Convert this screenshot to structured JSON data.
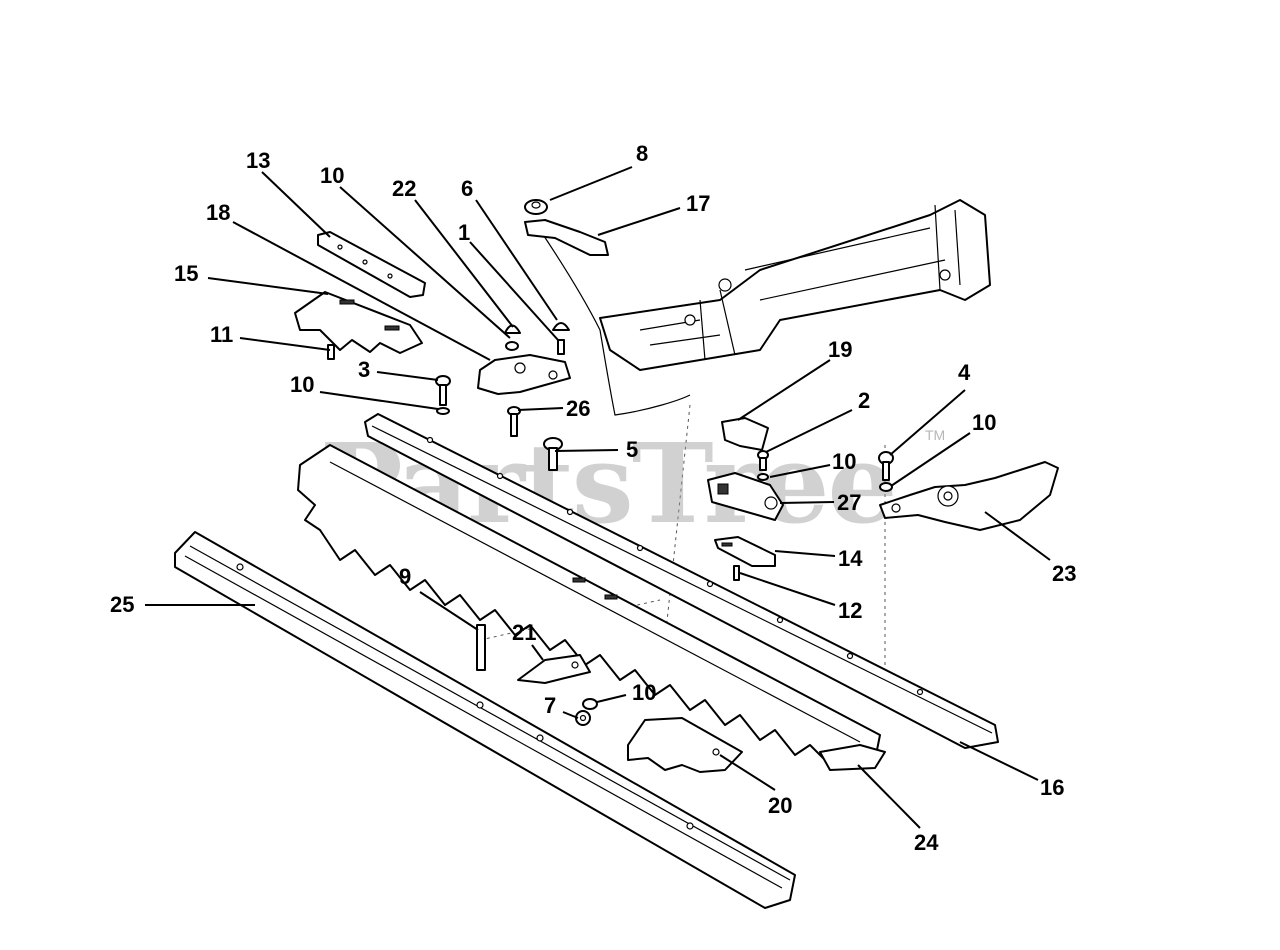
{
  "watermark": {
    "text": "PartsTree",
    "trademark": "TM"
  },
  "callouts": [
    {
      "id": "c13",
      "text": "13"
    },
    {
      "id": "c10a",
      "text": "10"
    },
    {
      "id": "c22",
      "text": "22"
    },
    {
      "id": "c6",
      "text": "6"
    },
    {
      "id": "c8",
      "text": "8"
    },
    {
      "id": "c17",
      "text": "17"
    },
    {
      "id": "c18",
      "text": "18"
    },
    {
      "id": "c1",
      "text": "1"
    },
    {
      "id": "c15",
      "text": "15"
    },
    {
      "id": "c11",
      "text": "11"
    },
    {
      "id": "c3",
      "text": "3"
    },
    {
      "id": "c10b",
      "text": "10"
    },
    {
      "id": "c26",
      "text": "26"
    },
    {
      "id": "c19",
      "text": "19"
    },
    {
      "id": "c2",
      "text": "2"
    },
    {
      "id": "c4",
      "text": "4"
    },
    {
      "id": "c10c",
      "text": "10"
    },
    {
      "id": "c5",
      "text": "5"
    },
    {
      "id": "c10d",
      "text": "10"
    },
    {
      "id": "c27",
      "text": "27"
    },
    {
      "id": "c14",
      "text": "14"
    },
    {
      "id": "c23",
      "text": "23"
    },
    {
      "id": "c9",
      "text": "9"
    },
    {
      "id": "c25",
      "text": "25"
    },
    {
      "id": "c12",
      "text": "12"
    },
    {
      "id": "c21",
      "text": "21"
    },
    {
      "id": "c10e",
      "text": "10"
    },
    {
      "id": "c7",
      "text": "7"
    },
    {
      "id": "c16",
      "text": "16"
    },
    {
      "id": "c20",
      "text": "20"
    },
    {
      "id": "c24",
      "text": "24"
    }
  ]
}
